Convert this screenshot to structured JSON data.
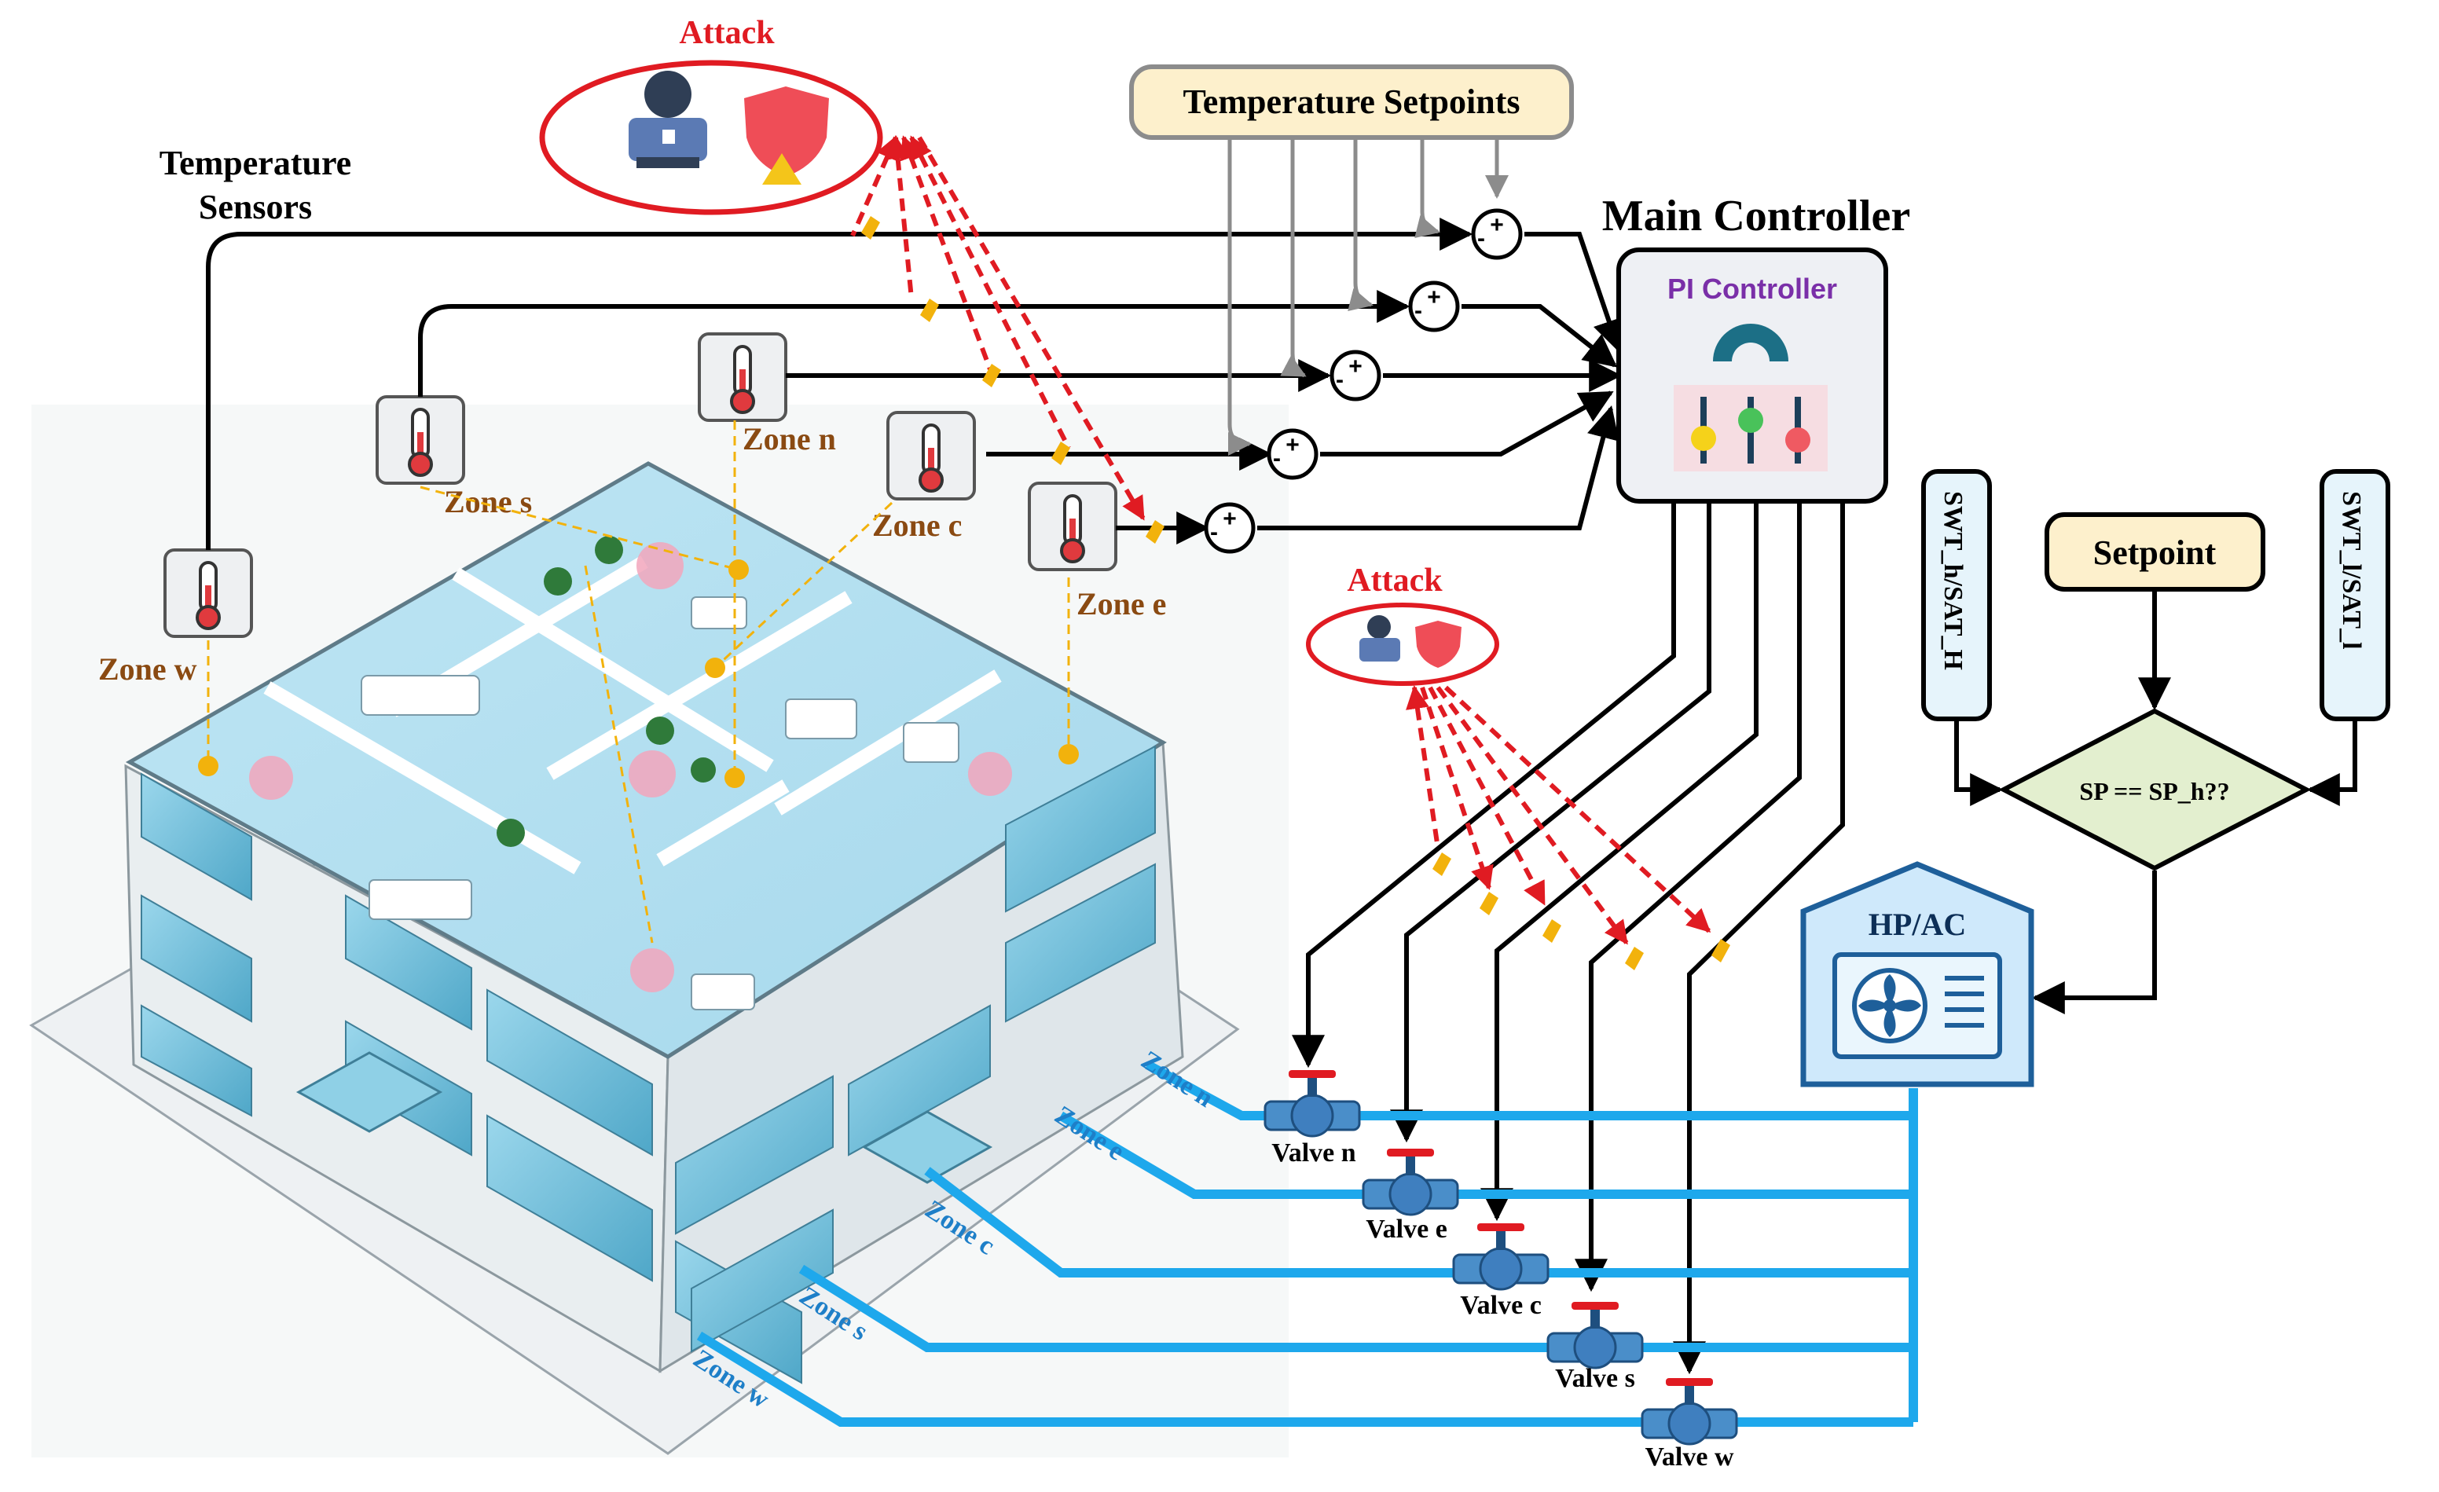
{
  "attack_top": {
    "label": "Attack"
  },
  "attack_mid": {
    "label": "Attack"
  },
  "temperature_sensors": {
    "line1": "Temperature",
    "line2": "Sensors"
  },
  "setpoints_box": {
    "label": "Temperature Setpoints"
  },
  "main_controller": {
    "title": "Main Controller",
    "pi_label": "PI Controller"
  },
  "sum_signs": {
    "plus": "+",
    "minus": "-"
  },
  "zones": {
    "w": "Zone w",
    "s": "Zone s",
    "n": "Zone n",
    "c": "Zone c",
    "e": "Zone e"
  },
  "ground_zones": {
    "n": "Zone n",
    "e": "Zone e",
    "c": "Zone c",
    "s": "Zone s",
    "w": "Zone w"
  },
  "valves": {
    "n": "Valve n",
    "e": "Valve e",
    "c": "Valve c",
    "s": "Valve s",
    "w": "Valve w"
  },
  "logic": {
    "swt_h": "SWT_h/SAT_H",
    "swt_l": "SWT_l/SAT_l",
    "setpoint": "Setpoint",
    "decision": "SP == SP_h??"
  },
  "hpac": {
    "label": "HP/AC"
  },
  "colors": {
    "attack_red": "#e01b22",
    "zone_label": "#8a4a12",
    "sensor_line": "#f2b20c",
    "pipe_blue": "#1ea8ec",
    "pi_purple": "#7a2fa8",
    "setpoint_fill": "#fdf0cc",
    "decision_fill": "#e3efcf",
    "hpac_fill": "#cfe9fb",
    "building_glass": "#7cc6df"
  }
}
